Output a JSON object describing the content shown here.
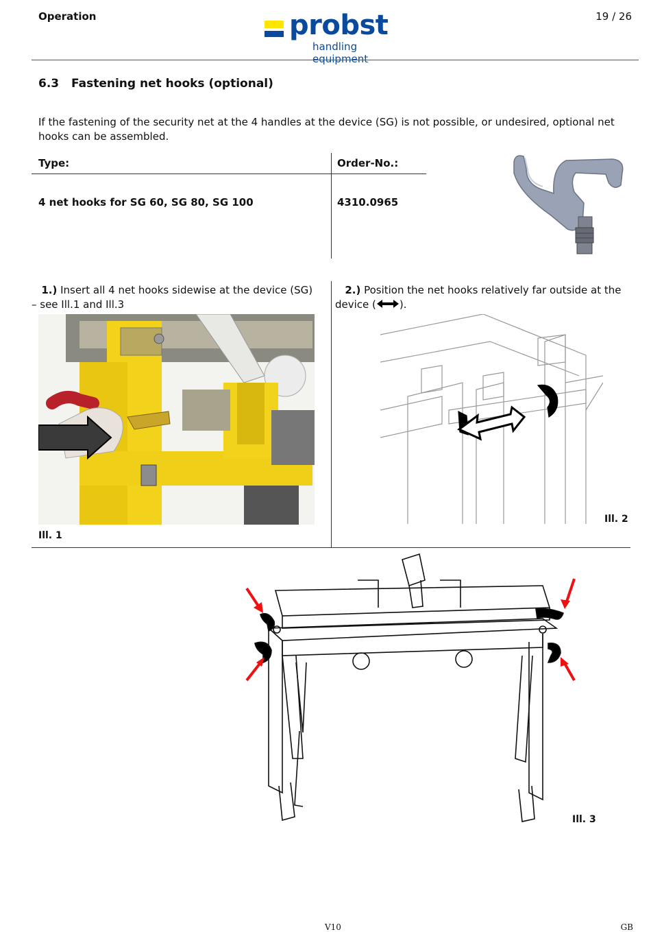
{
  "header": {
    "section": "Operation",
    "page": "19 / 26",
    "logo_word": "probst",
    "logo_sub": "handling equipment",
    "brand_colors": {
      "blue": "#0a4a9c",
      "yellow": "#ffe600"
    }
  },
  "section": {
    "number": "6.3",
    "title": "Fastening net hooks (optional)"
  },
  "intro": "If the fastening of the security net at the 4 handles at the device (SG) is not possible, or undesired, optional net hooks can be assembled.",
  "table": {
    "col_type": "Type:",
    "col_order": "Order-No.:",
    "rows": [
      {
        "type": "4 net hooks for SG 60, SG 80, SG 100",
        "order": "4310.0965"
      }
    ]
  },
  "steps": {
    "s1_lead": "1.)",
    "s1_text": " Insert all 4 net hooks sidewise at the device (SG) – see Ill.1 and Ill.3",
    "s2_lead": "2.)",
    "s2_text_a": " Position the net hooks relatively far outside at the device (",
    "s2_text_b": ")."
  },
  "captions": {
    "ill1": "Ill. 1",
    "ill2": "Ill. 2",
    "ill3": "Ill. 3"
  },
  "footer": {
    "version": "V10",
    "lang": "GB"
  }
}
